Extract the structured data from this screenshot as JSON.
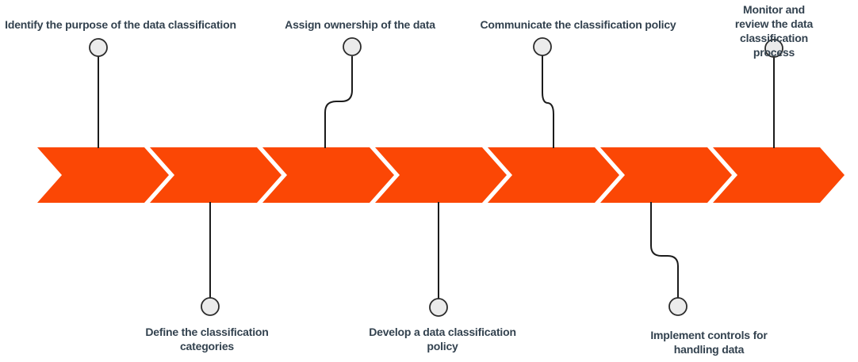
{
  "diagram": {
    "title": "Data classification process timeline",
    "type": "process-timeline",
    "direction": "left-to-right",
    "step_count": 7,
    "colors": {
      "arrow": "#fb4705",
      "connector": "#1c1c1c",
      "marker_fill": "#ebebeb",
      "marker_stroke": "#2b2b2b",
      "label_text": "#33424f",
      "background": "#ffffff"
    },
    "steps": [
      {
        "index": 1,
        "label": "Identify the purpose of the data classification",
        "label_position": "top"
      },
      {
        "index": 2,
        "label": "Define the classification\ncategories",
        "label_position": "bottom"
      },
      {
        "index": 3,
        "label": "Assign ownership of the data",
        "label_position": "top"
      },
      {
        "index": 4,
        "label": "Develop a data classification\npolicy",
        "label_position": "bottom"
      },
      {
        "index": 5,
        "label": "Communicate the classification policy",
        "label_position": "top"
      },
      {
        "index": 6,
        "label": "Implement controls for handling data",
        "label_position": "bottom"
      },
      {
        "index": 7,
        "label": "Monitor and review the data\nclassification process",
        "label_position": "top"
      }
    ]
  }
}
